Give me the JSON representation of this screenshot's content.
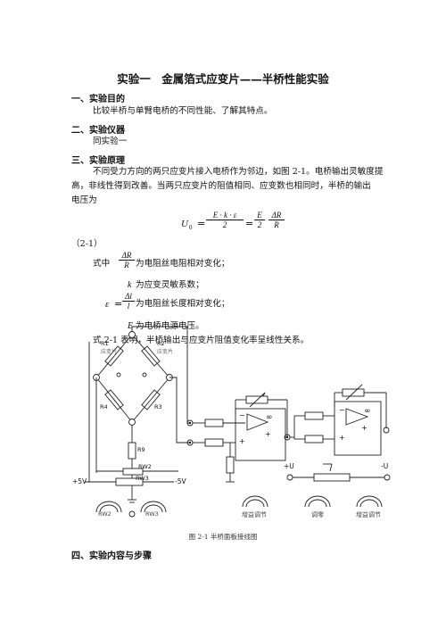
{
  "title": "实验一　金属箔式应变片——半桥性能实验",
  "sections": {
    "purpose": {
      "heading": "一、实验目的",
      "text": "比较半桥与单臂电桥的不同性能、了解其特点。"
    },
    "instruments": {
      "heading": "二、实验仪器",
      "text": "同实验一"
    },
    "principle": {
      "heading": "三、实验原理",
      "line1": "不同受力方向的两只应变片接入电桥作为邻边，如图 2-1。电桥输出灵敏度提",
      "line2": "高，非线性得到改善。当两只应变片的阻值相同、应变数也相同时，半桥的输出",
      "line3": "电压为"
    },
    "procedure": {
      "heading": "四、实验内容与步骤"
    }
  },
  "formula": {
    "lhs": "U",
    "lhs_sub": "0",
    "eq1": "=",
    "f1_num": "E · k · ε",
    "f1_den": "2",
    "eq2": "=",
    "f2_num": "E",
    "f2_den": "2",
    "f3_num": "ΔR",
    "f3_den": "R",
    "number": "（2-1）"
  },
  "definitions": {
    "prefix": "式中",
    "d1_num": "ΔR",
    "d1_den": "R",
    "d1_text": "为电阻丝电阻相对变化；",
    "d2_sym": "k",
    "d2_text": "为应变灵敏系数；",
    "d3_sym": "ε",
    "d3_eq": "=",
    "d3_num": "Δl",
    "d3_den": "l",
    "d3_text": "为电阻丝长度相对变化；",
    "d4_sym": "E",
    "d4_text": "为电桥电源电压。",
    "conclusion": "式 2-1 表明，半桥输出与应变片阻值变化率呈线性关系。"
  },
  "diagram": {
    "labels": {
      "r1": "R1",
      "r1_sub": "应变片",
      "r2": "R2",
      "r2_sub": "应变片",
      "r3": "R3",
      "r4": "R4",
      "r9": "R9",
      "rw2": "RW2",
      "rw3": "RW3",
      "plus5v": "+5V",
      "minus5v": "-5V",
      "knob_rw2": "RW2",
      "knob_rw3": "RW3",
      "plus_u": "+U",
      "minus_u": "-U",
      "gain1": "增益调节",
      "zero": "调零",
      "gain2": "增益调节",
      "inf": "∞",
      "minus": "−",
      "plus": "+"
    },
    "caption": "图 2-1  半桥面板接线图"
  }
}
